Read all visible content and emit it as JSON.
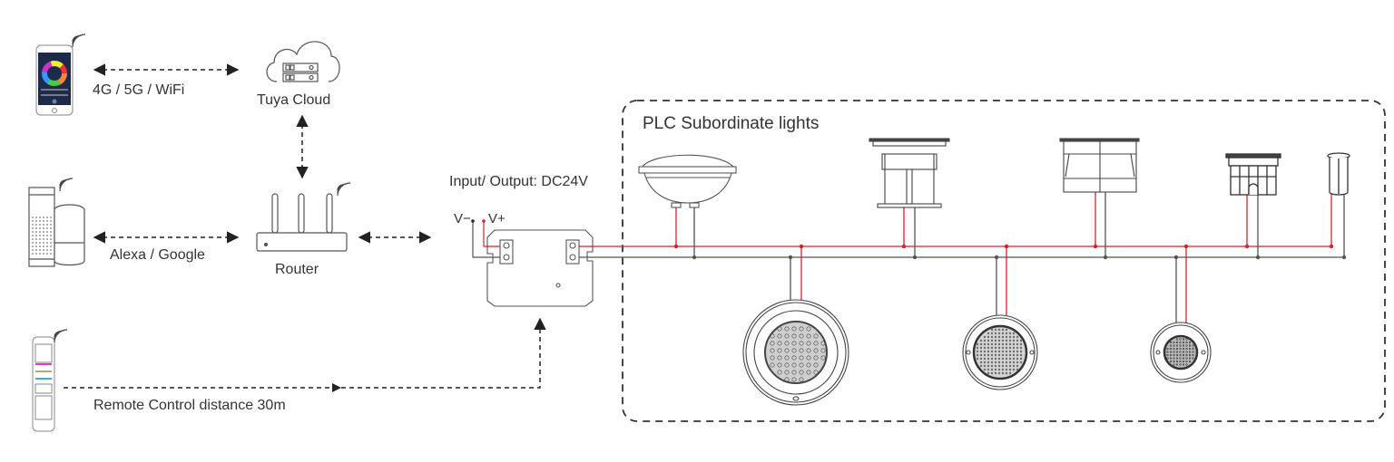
{
  "labels": {
    "phone_link": "4G / 5G / WiFi",
    "cloud": "Tuya Cloud",
    "voice_link": "Alexa / Google",
    "router": "Router",
    "remote_link": "Remote Control distance 30m",
    "controller": "Input/ Output: DC24V",
    "v_minus": "V−",
    "v_plus": "V+",
    "group_title": "PLC Subordinate lights"
  },
  "colors": {
    "line": "#333333",
    "wire_positive": "#d8202c",
    "wire_negative": "#555555",
    "text": "#333333"
  },
  "devices": {
    "sources": [
      "smartphone-app",
      "smart-speakers",
      "remote-control"
    ],
    "network": [
      "tuya-cloud",
      "router"
    ],
    "controller": "plc-controller",
    "lights_top": [
      "par-lamp",
      "inground-spot",
      "square-inground",
      "mini-inground",
      "stake-mini"
    ],
    "lights_bottom": [
      "pool-light-large",
      "pool-light-medium",
      "pool-light-small"
    ]
  }
}
